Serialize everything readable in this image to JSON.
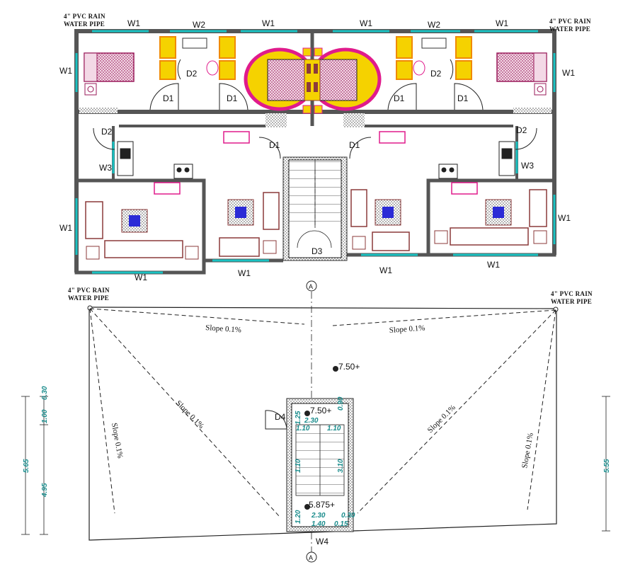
{
  "colors": {
    "wall": "#555555",
    "window": "#19c2c2",
    "furniture": "#8b3a3a",
    "magenta": "#e01b8c",
    "orange": "#f08a00",
    "yellow": "#f5d200",
    "rug_blue": "#2b2bd6",
    "dimension": "#1a8c8c"
  },
  "notes": {
    "pipe_top_left": [
      "4\" PVC RAIN",
      "WATER PIPE"
    ],
    "pipe_top_right": [
      "4\" PVC RAIN",
      "WATER PIPE"
    ],
    "pipe_roof_left": [
      "4\" PVC RAIN",
      "WATER PIPE"
    ],
    "pipe_roof_right": [
      "4\" PVC RAIN",
      "WATER PIPE"
    ]
  },
  "floor_labels": {
    "w1": "W1",
    "w2": "W2",
    "w3": "W3",
    "d1": "D1",
    "d2": "D2",
    "d3": "D3"
  },
  "roof": {
    "section_mark": "A",
    "slope": "Slope 0.1%",
    "level_roof": "7.50+",
    "level_stair_top": "7.50+",
    "level_stair_bottom": "5.875+",
    "door": "D4",
    "window": "W4"
  },
  "dimensions": {
    "d_230_top": "2.30",
    "d_110_a": "1.10",
    "d_110_b": "1.10",
    "d_090": "0.90",
    "d_125": "1.25",
    "d_110_left": "1.10",
    "d_310": "3.10",
    "d_230_bottom": "2.30",
    "d_030": "0.30",
    "d_140": "1.40",
    "d_015": "0.15",
    "d_120": "1.20",
    "d_565": "5.65",
    "d_100": "1.00",
    "d_030_left": "0.30",
    "d_495": "4.95",
    "d_555": "5.55"
  }
}
